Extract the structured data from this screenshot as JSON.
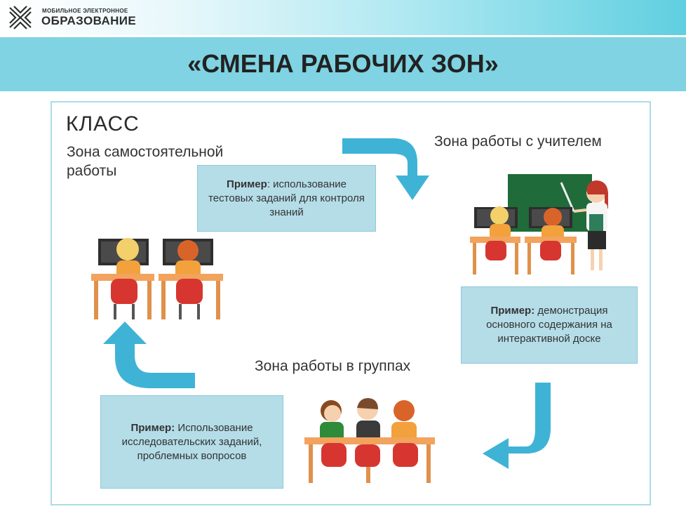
{
  "header": {
    "logo_line1": "МОБИЛЬНОЕ ЭЛЕКТРОННОЕ",
    "logo_line2": "ОБРАЗОВАНИЕ"
  },
  "title": "«СМЕНА РАБОЧИХ ЗОН»",
  "diagram": {
    "class_label": "КЛАСС",
    "zones": {
      "self": "Зона самостоятельной работы",
      "teacher": "Зона работы с учителем",
      "groups": "Зона работы в группах"
    },
    "examples": [
      {
        "label": "Пример",
        "label_suffix": ":",
        "text": " использование тестовых заданий для контроля знаний"
      },
      {
        "label": "Пример:",
        "label_suffix": "",
        "text": " демонстрация основного содержания на интерактивной доске"
      },
      {
        "label": "Пример:",
        "label_suffix": "",
        "text": " Использование исследовательских заданий, проблемных вопросов"
      }
    ]
  },
  "colors": {
    "arrow": "#3fb3d6",
    "box": "#b4dde8",
    "banner": "#7fd3e2",
    "board": "#1f6b3a",
    "desk": "#f2a35d",
    "chair": "#d6362f"
  },
  "icons": [
    "logo-mark-icon",
    "arrow-icon",
    "computer-icon",
    "student-icon",
    "teacher-icon",
    "chalkboard-icon",
    "desk-icon",
    "chair-icon"
  ]
}
